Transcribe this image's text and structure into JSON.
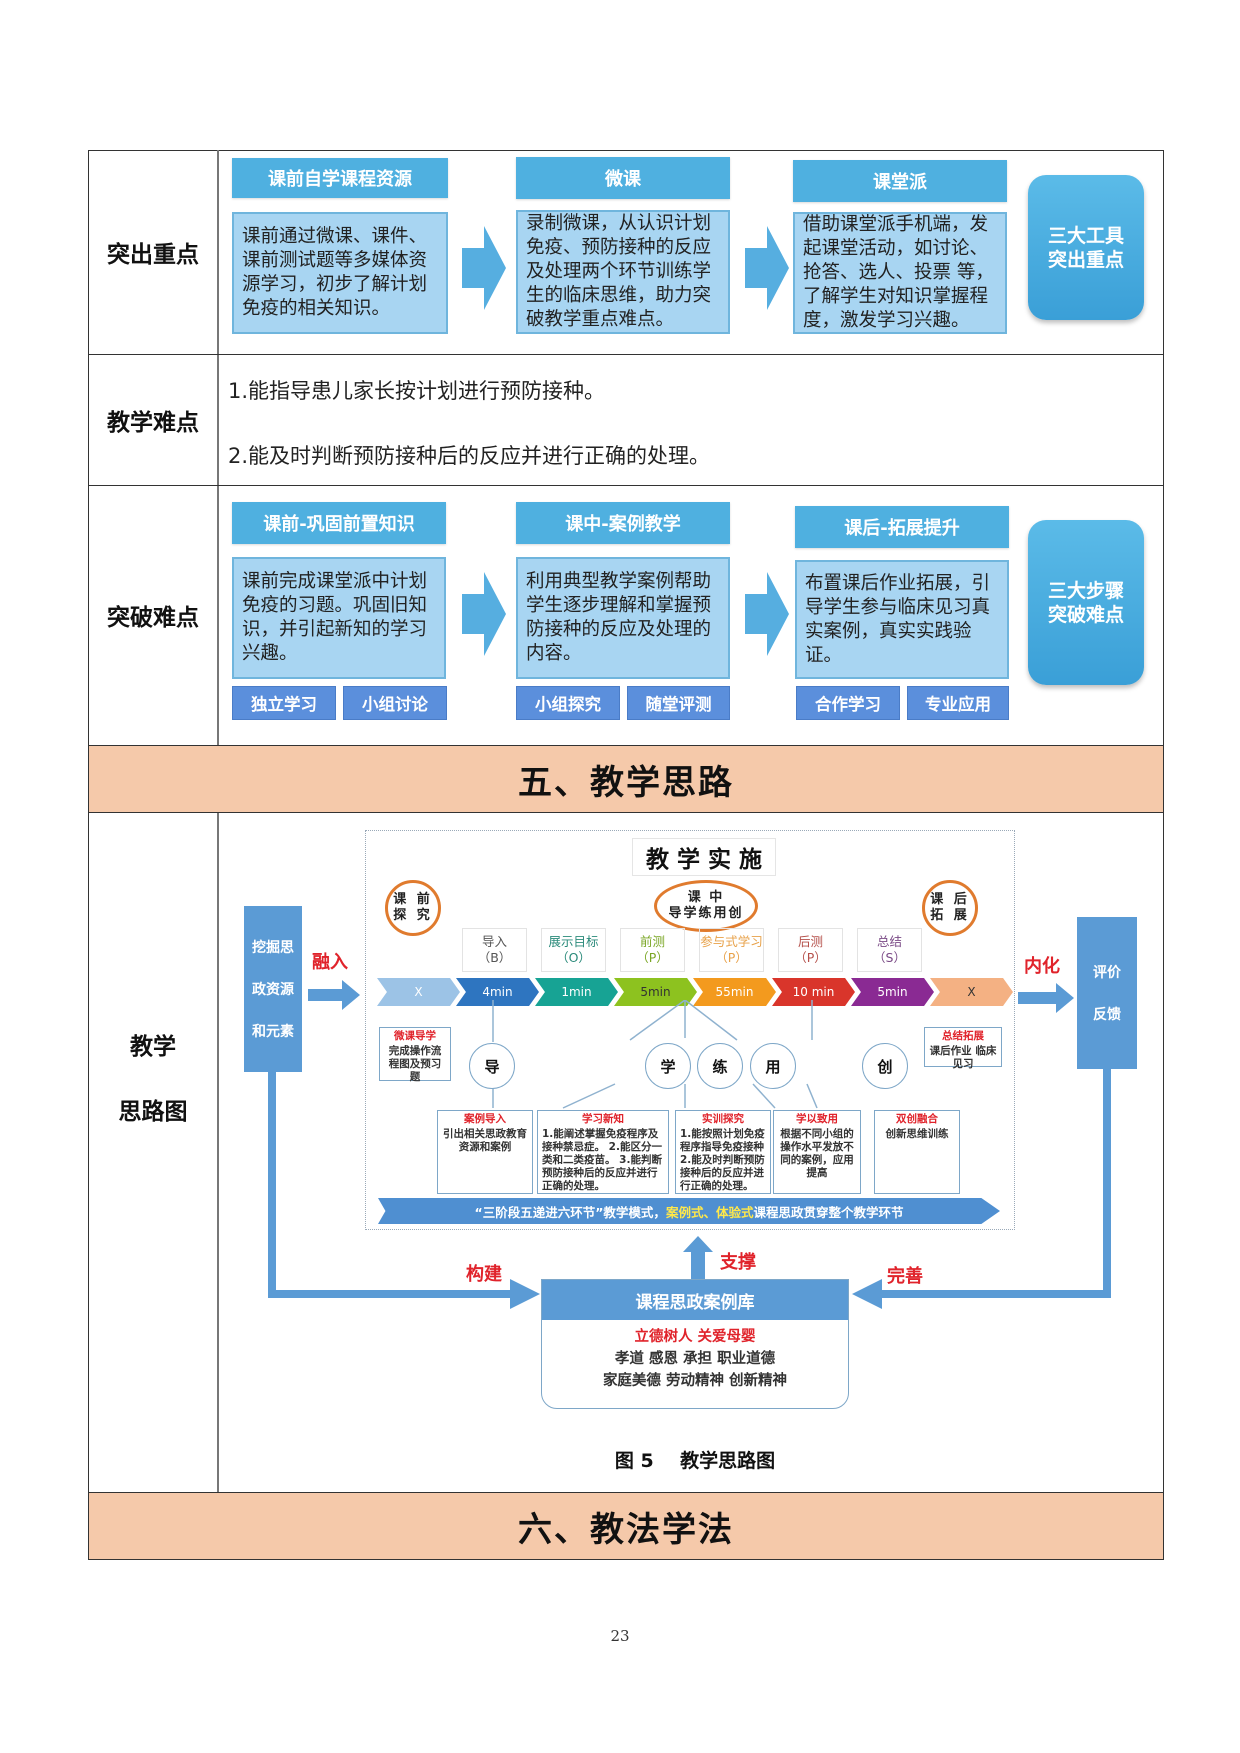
{
  "rows": {
    "key_points": {
      "label": "突出重点",
      "steps": [
        {
          "title": "课前自学课程资源",
          "body": "课前通过微课、课件、课前测试题等多媒体资源学习，初步了解计划免疫的相关知识。"
        },
        {
          "title": "微课",
          "body": "录制微课，从认识计划免疫、预防接种的反应及处理两个环节训练学生的临床思维，助力突破教学重点难点。"
        },
        {
          "title": "课堂派",
          "body": "借助课堂派手机端，发起课堂活动，如讨论、抢答、选人、投票 等，了解学生对知识掌握程度，激发学习兴趣。"
        }
      ],
      "badge": [
        "三大工具",
        "突出重点"
      ]
    },
    "difficulties": {
      "label": "教学难点",
      "items": [
        "1.能指导患儿家长按计划进行预防接种。",
        "2.能及时判断预防接种后的反应并进行正确的处理。"
      ]
    },
    "breakthrough": {
      "label": "突破难点",
      "steps": [
        {
          "title": "课前-巩固前置知识",
          "body": "课前完成课堂派中计划免疫的习题。巩固旧知识，并引起新知的学习兴趣。",
          "tags": [
            "独立学习",
            "小组讨论"
          ]
        },
        {
          "title": "课中-案例教学",
          "body": "利用典型教学案例帮助学生逐步理解和掌握预防接种的反应及处理的内容。",
          "tags": [
            "小组探究",
            "随堂评测"
          ]
        },
        {
          "title": "课后-拓展提升",
          "body": "布置课后作业拓展，引导学生参与临床见习真实案例，真实实践验证。",
          "tags": [
            "合作学习",
            "专业应用"
          ]
        }
      ],
      "badge": [
        "三大步骤",
        "突破难点"
      ]
    }
  },
  "section5": {
    "title": "五、教学思路"
  },
  "diagram_row": {
    "label_lines": [
      "教学",
      "思路图"
    ]
  },
  "diagram": {
    "title": "教 学 实 施",
    "left_box": [
      "挖掘思",
      "政资源",
      "和元素"
    ],
    "right_box": [
      "评价",
      "反馈"
    ],
    "labels": {
      "in": "融入",
      "internalize": "内化",
      "build": "构建",
      "support": "支撑",
      "improve": "完善"
    },
    "rings": {
      "pre": [
        "课 前",
        "探 究"
      ],
      "mid": [
        "课 中",
        "导学练用创"
      ],
      "post": [
        "课 后",
        "拓 展"
      ]
    },
    "steps": [
      {
        "name": "",
        "code": "",
        "time": "X",
        "color": "#9cc3e6"
      },
      {
        "name": "导入",
        "code": "（B）",
        "time": "4min",
        "color": "#2e75c0",
        "name_color": "#555"
      },
      {
        "name": "展示目标",
        "code": "（O）",
        "time": "1min",
        "color": "#17a394",
        "name_color": "#2a8a7a"
      },
      {
        "name": "前测",
        "code": "（P）",
        "time": "5min",
        "color": "#8dc21f",
        "name_color": "#7aa624"
      },
      {
        "name": "参与式学习",
        "code": "（P）",
        "time": "55min",
        "color": "#f39a1e",
        "name_color": "#e8a24a"
      },
      {
        "name": "后测",
        "code": "（P）",
        "time": "10 min",
        "color": "#d9352b",
        "name_color": "#b5504a"
      },
      {
        "name": "总结",
        "code": "（S）",
        "time": "5min",
        "color": "#8a2a93",
        "name_color": "#7a4a86"
      },
      {
        "name": "",
        "code": "",
        "time": "X",
        "color": "#f4b183"
      }
    ],
    "side_notes": {
      "pre": {
        "title": "微课导学",
        "body": "完成操作流程图及预习题"
      },
      "post": {
        "title": "总结拓展",
        "body": "课后作业 临床见习"
      }
    },
    "circles": [
      "导",
      "学",
      "练",
      "用",
      "创"
    ],
    "boxes": [
      {
        "title": "案例导入",
        "body": "引出相关思政教育资源和案例"
      },
      {
        "title": "学习新知",
        "body": "1.能阐述掌握免疫程序及接种禁忌症。 2.能区分一类和二类疫苗。 3.能判断预防接种后的反应并进行正确的处理。"
      },
      {
        "title": "实训探究",
        "body": "1.能按照计划免疫程序指导免疫接种 2.能及时判断预防接种后的反应并进行正确的处理。"
      },
      {
        "title": "学以致用",
        "body": "根据不同小组的操作水平发放不同的案例，应用提高"
      },
      {
        "title": "双创融合",
        "body": "创新思维训练"
      }
    ],
    "banner": {
      "prefix": "“三阶段五递进六环节”教学模式，",
      "hl1": "案例式",
      "sep": "、",
      "hl2": "体验式",
      "suffix": "课程思政贯穿整个教学环节"
    },
    "library": {
      "title": "课程思政案例库",
      "red_line": "立德树人  关爱母婴",
      "line2": "孝道  感恩  承担  职业道德",
      "line3": "家庭美德  劳动精神  创新精神"
    },
    "caption": "图 5    教学思路图"
  },
  "section6": {
    "title": "六、教法学法"
  },
  "page_number": "23"
}
